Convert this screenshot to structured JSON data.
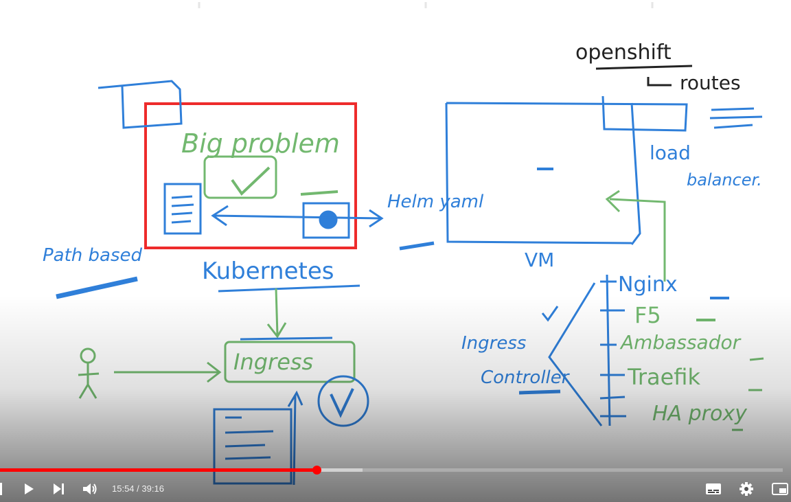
{
  "video": {
    "frame": {
      "whiteboard": {
        "left_panel": {
          "box_title": "Big problem",
          "label_under": "Kubernetes",
          "side_note": "Path based",
          "link_label": "Helm yaml",
          "ingress_box": "Ingress"
        },
        "right_panel": {
          "top_note": "openshift",
          "top_note_sub": "routes",
          "load_note": "load",
          "load_note_2": "balancer.",
          "vm_label": "VM",
          "controller_label": "Ingress",
          "controller_label_2": "Controller",
          "controllers": [
            "Nginx",
            "F5",
            "Ambassador",
            "Traefik",
            "HA proxy"
          ]
        }
      }
    },
    "controls": {
      "current_time": "15:54",
      "separator": " / ",
      "duration": "39:16",
      "played_fraction": 0.405,
      "buffered_fraction": 0.463,
      "icons": [
        "previous-icon",
        "play-icon",
        "next-icon",
        "volume-icon",
        "subtitles-icon",
        "settings-icon",
        "miniplayer-icon"
      ],
      "accent_color": "#ff0000"
    }
  }
}
